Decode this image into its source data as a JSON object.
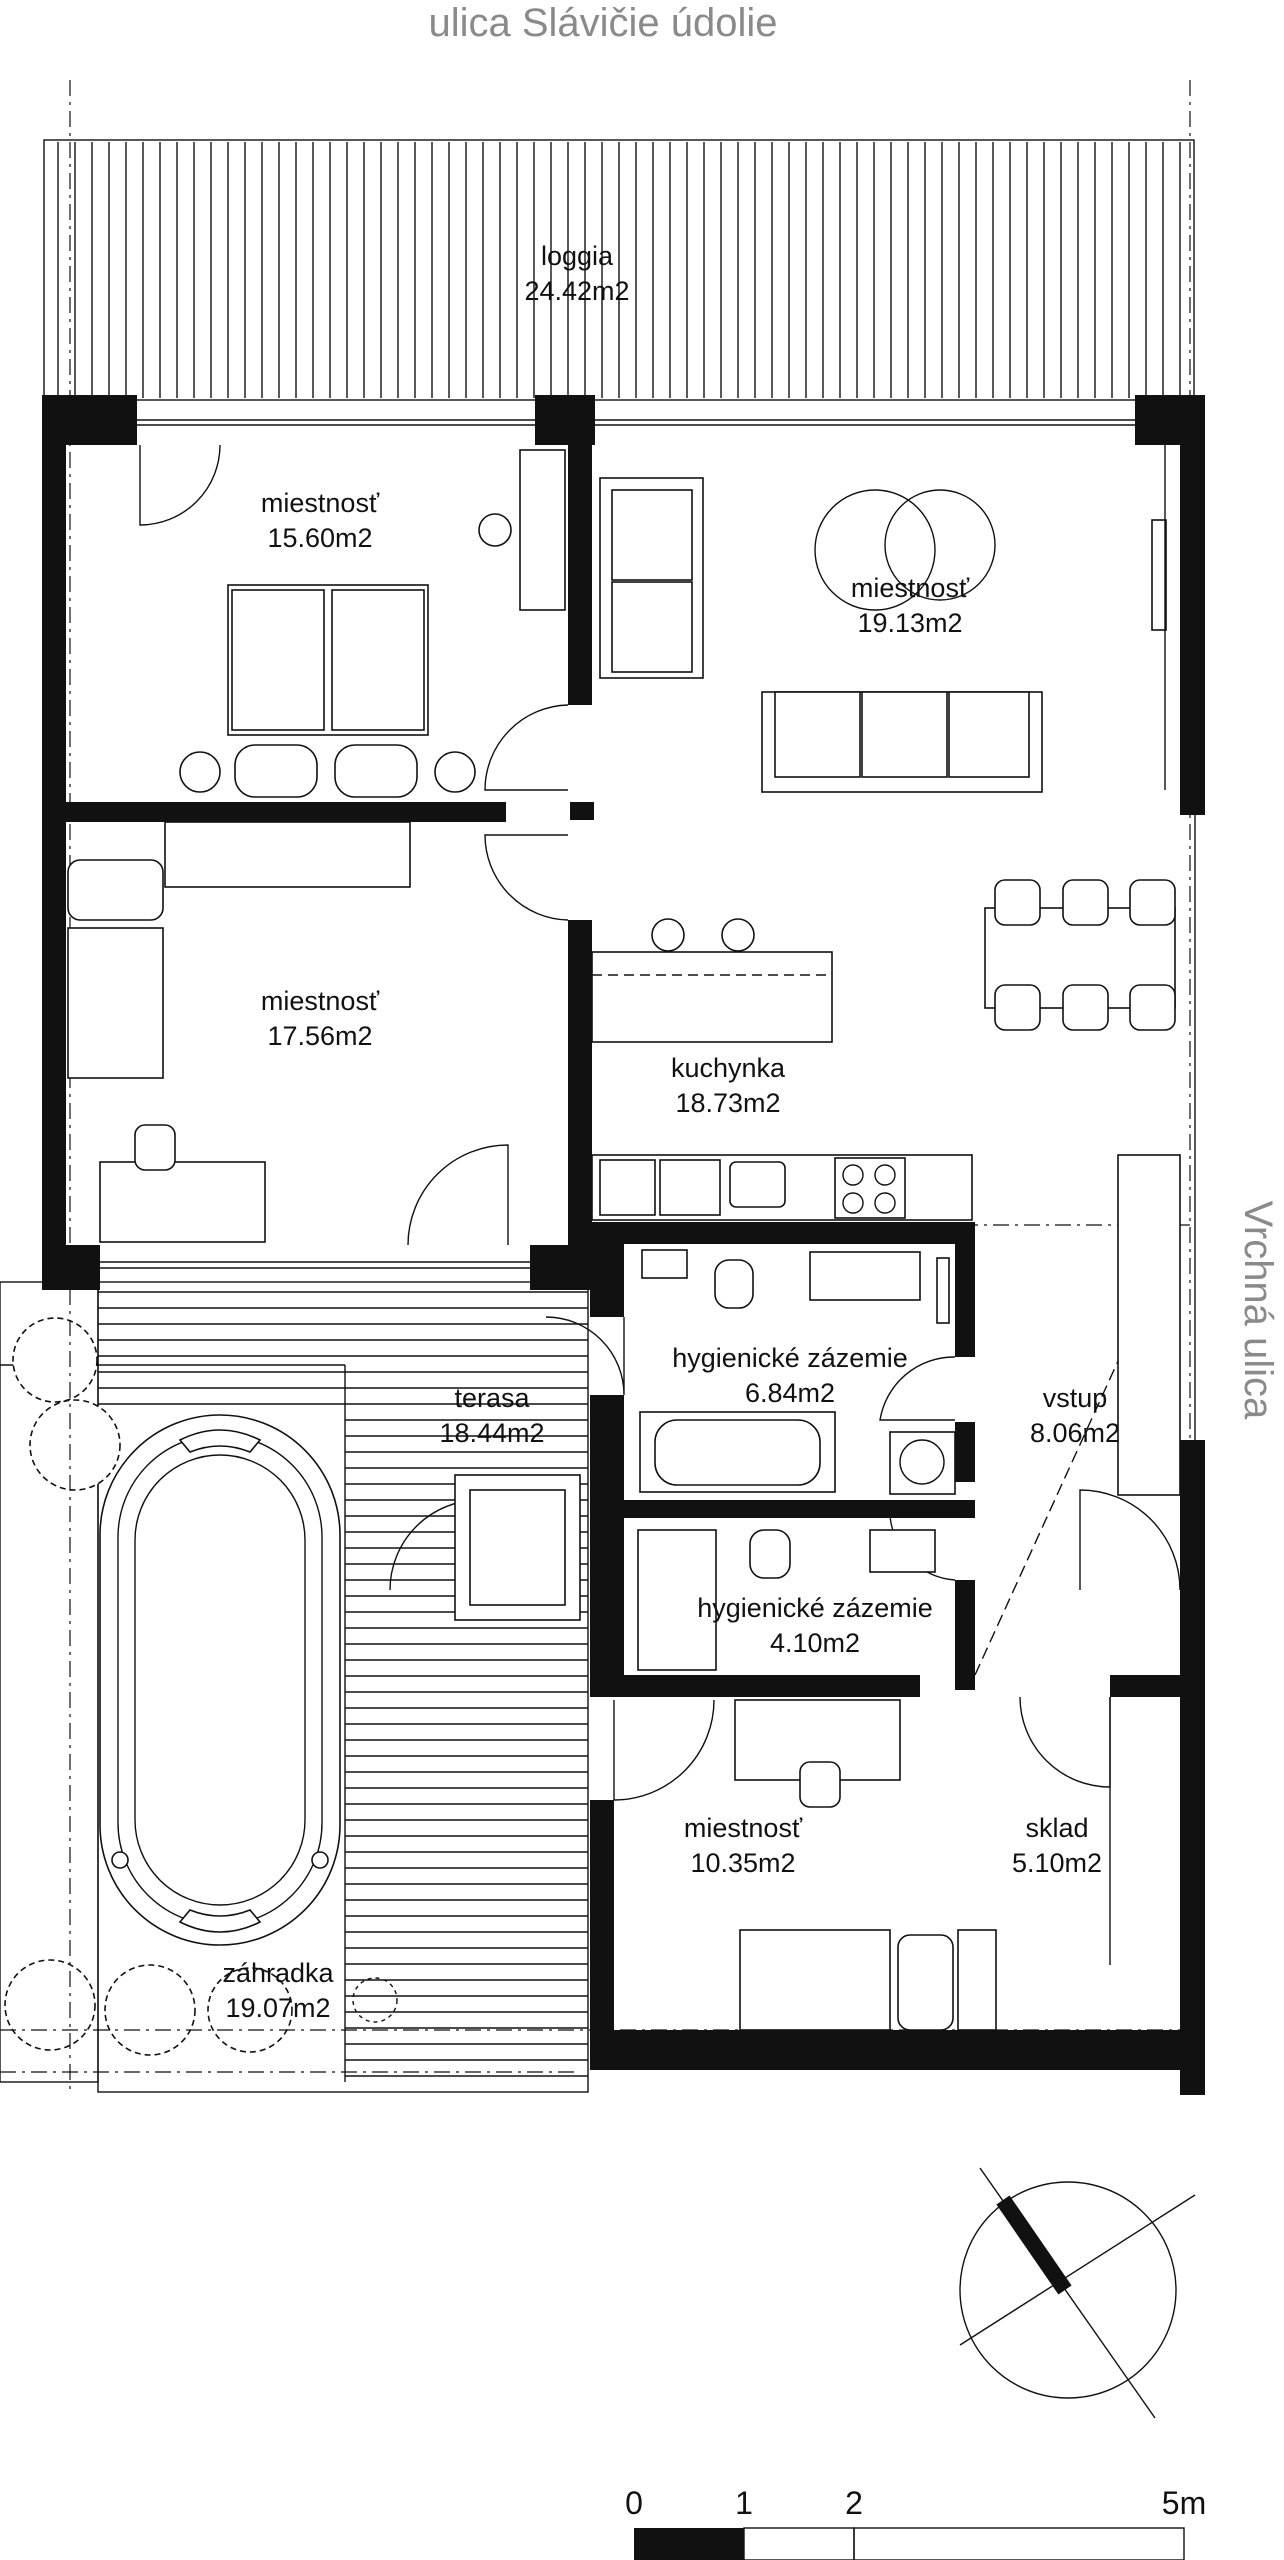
{
  "streets": {
    "top": "ulica Slávičie údolie",
    "right": "Vrchná ulica"
  },
  "rooms": [
    {
      "id": "loggia",
      "name": "loggia",
      "area": "24.42m2"
    },
    {
      "id": "bedroom-top",
      "name": "miestnosť",
      "area": "15.60m2"
    },
    {
      "id": "living",
      "name": "miestnosť",
      "area": "19.13m2"
    },
    {
      "id": "room-mid",
      "name": "miestnosť",
      "area": "17.56m2"
    },
    {
      "id": "kitchen",
      "name": "kuchynka",
      "area": "18.73m2"
    },
    {
      "id": "bath-1",
      "name": "hygienické zázemie",
      "area": "6.84m2"
    },
    {
      "id": "entry",
      "name": "vstup",
      "area": "8.06m2"
    },
    {
      "id": "terrace",
      "name": "terasa",
      "area": "18.44m2"
    },
    {
      "id": "bath-2",
      "name": "hygienické zázemie",
      "area": "4.10m2"
    },
    {
      "id": "room-bottom",
      "name": "miestnosť",
      "area": "10.35m2"
    },
    {
      "id": "storage",
      "name": "sklad",
      "area": "5.10m2"
    },
    {
      "id": "garden",
      "name": "záhradka",
      "area": "19.07m2"
    }
  ],
  "scale_bar": {
    "ticks": [
      "0",
      "1",
      "2",
      "5m"
    ]
  }
}
